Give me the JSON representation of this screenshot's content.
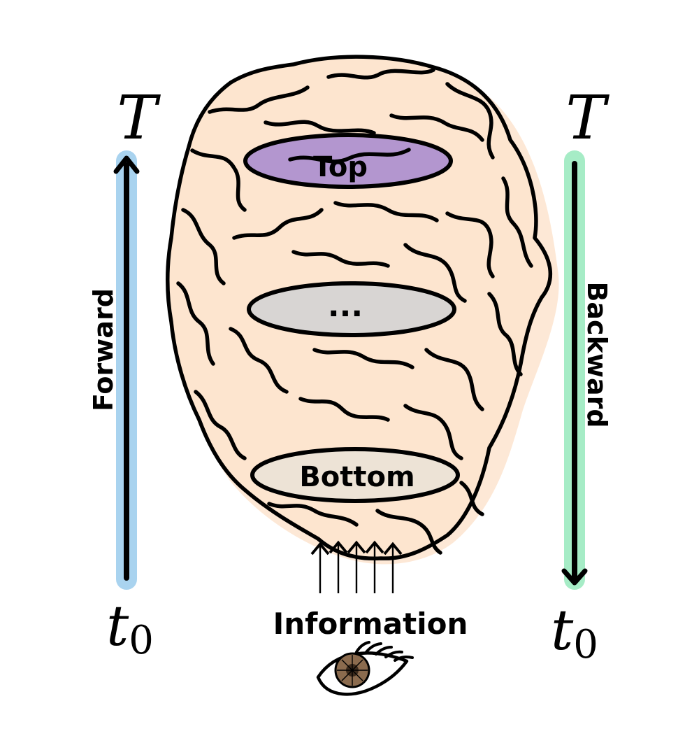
{
  "left_axis": {
    "top_label": "T",
    "bottom_label": "t",
    "bottom_subscript": "0",
    "direction_label": "Forward"
  },
  "right_axis": {
    "top_label": "T",
    "bottom_label": "t",
    "bottom_subscript": "0",
    "direction_label": "Backward"
  },
  "layers": {
    "top": "Top",
    "middle": "...",
    "bottom": "Bottom"
  },
  "input_label": "Information",
  "colors": {
    "brain_fill": "#fde5cf",
    "brain_shade": "#fbd6b5",
    "top_layer": "#b396cf",
    "middle_layer": "#d8d5d3",
    "bottom_layer": "#ede3d6",
    "forward_bar": "#a9d3ef",
    "backward_bar": "#a6ecc6",
    "iris": "#8b6b4e"
  },
  "icons": [
    "brain-icon",
    "eye-icon",
    "up-arrow-icon",
    "down-arrow-icon"
  ]
}
